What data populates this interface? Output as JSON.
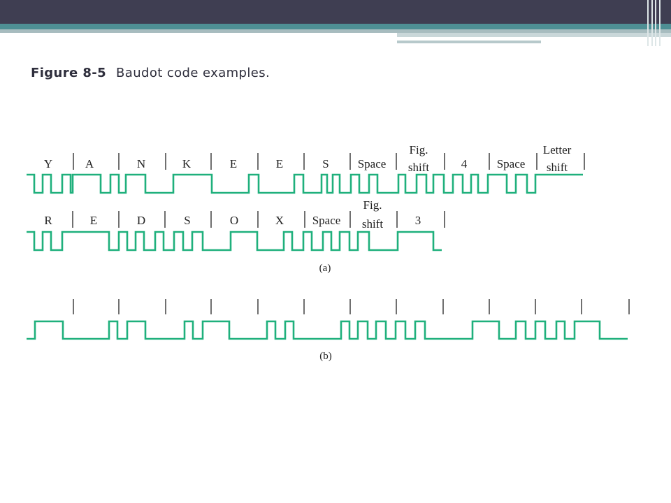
{
  "slide": {
    "figure_label": "Figure 8-5",
    "figure_title": "Baudot code examples."
  },
  "colors": {
    "header_dark": "#3f3e52",
    "header_teal": "#4e8f94",
    "waveform": "#1fb07c",
    "text": "#2e2e3c"
  },
  "diagram": {
    "row1_labels": [
      [
        "Y"
      ],
      [
        "A"
      ],
      [
        "N"
      ],
      [
        "K"
      ],
      [
        "E"
      ],
      [
        "E"
      ],
      [
        "S"
      ],
      [
        "Space"
      ],
      [
        "Fig.",
        "shift"
      ],
      [
        "4"
      ],
      [
        "Space"
      ],
      [
        "Letter",
        "shift"
      ]
    ],
    "row2_labels": [
      [
        "R"
      ],
      [
        "E"
      ],
      [
        "D"
      ],
      [
        "S"
      ],
      [
        "O"
      ],
      [
        "X"
      ],
      [
        "Space"
      ],
      [
        "Fig.",
        "shift"
      ],
      [
        "3"
      ]
    ],
    "caption_a": "(a)",
    "caption_b": "(b)"
  }
}
